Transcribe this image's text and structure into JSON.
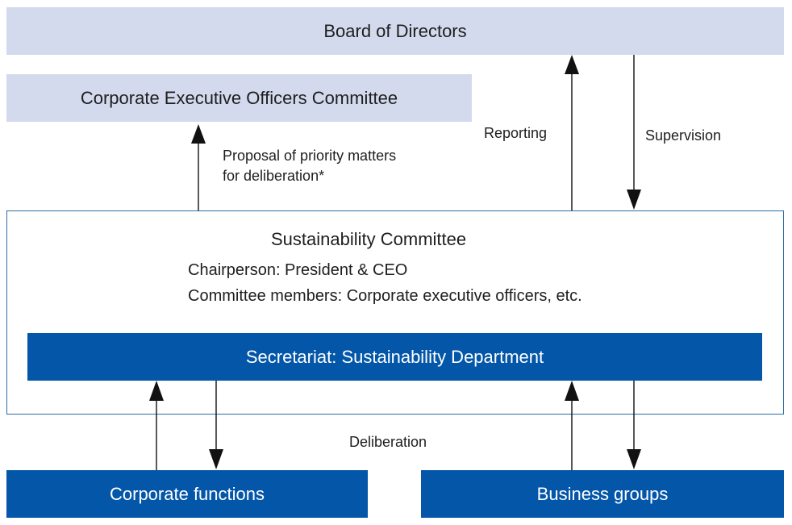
{
  "board": {
    "label": "Board of Directors"
  },
  "ceo_committee": {
    "label": "Corporate Executive Officers Committee"
  },
  "proposal": {
    "line1": "Proposal of priority matters",
    "line2": "for deliberation*"
  },
  "reporting": {
    "label": "Reporting"
  },
  "supervision": {
    "label": "Supervision"
  },
  "sustainability": {
    "title": "Sustainability Committee",
    "chair": "Chairperson: President & CEO",
    "members": "Committee members: Corporate executive officers, etc."
  },
  "secretariat": {
    "label": "Secretariat: Sustainability Department"
  },
  "deliberation": {
    "label": "Deliberation"
  },
  "corporate_functions": {
    "label": "Corporate functions"
  },
  "business_groups": {
    "label": "Business groups"
  },
  "colors": {
    "light_fill": "#d4daee",
    "dark_fill": "#0356a8",
    "frame": "#2c6fa5"
  }
}
